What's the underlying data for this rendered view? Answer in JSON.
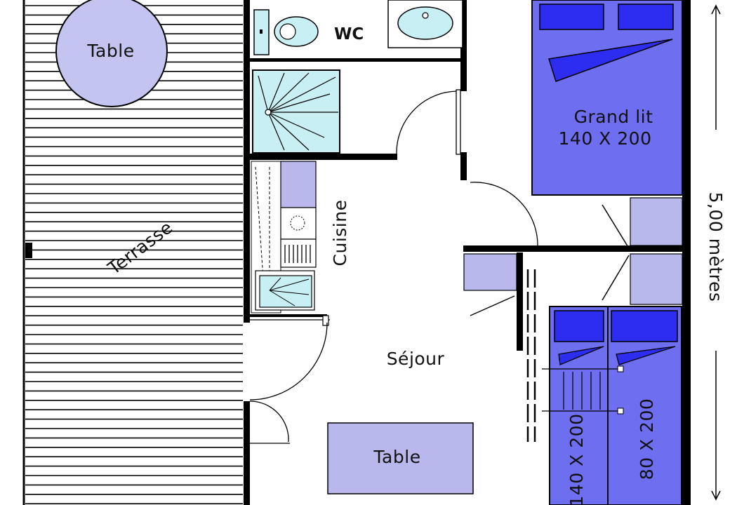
{
  "labels": {
    "table_round": "Table",
    "wc": "WC",
    "grand_lit": "Grand lit",
    "grand_lit_size": "140 X 200",
    "terrasse": "Terrasse",
    "cuisine": "Cuisine",
    "sejour": "Séjour",
    "table_rect": "Table",
    "dimension": "5,00 mètres",
    "bunk_wide": "140 X 200",
    "bunk_narrow": "80 X 200"
  },
  "colors": {
    "furniture_light": "#b8b8ec",
    "furniture_mid": "#6e6ef0",
    "furniture_dark": "#2d2df0",
    "wall": "#000000",
    "sanitary": "#c8f0f4"
  }
}
